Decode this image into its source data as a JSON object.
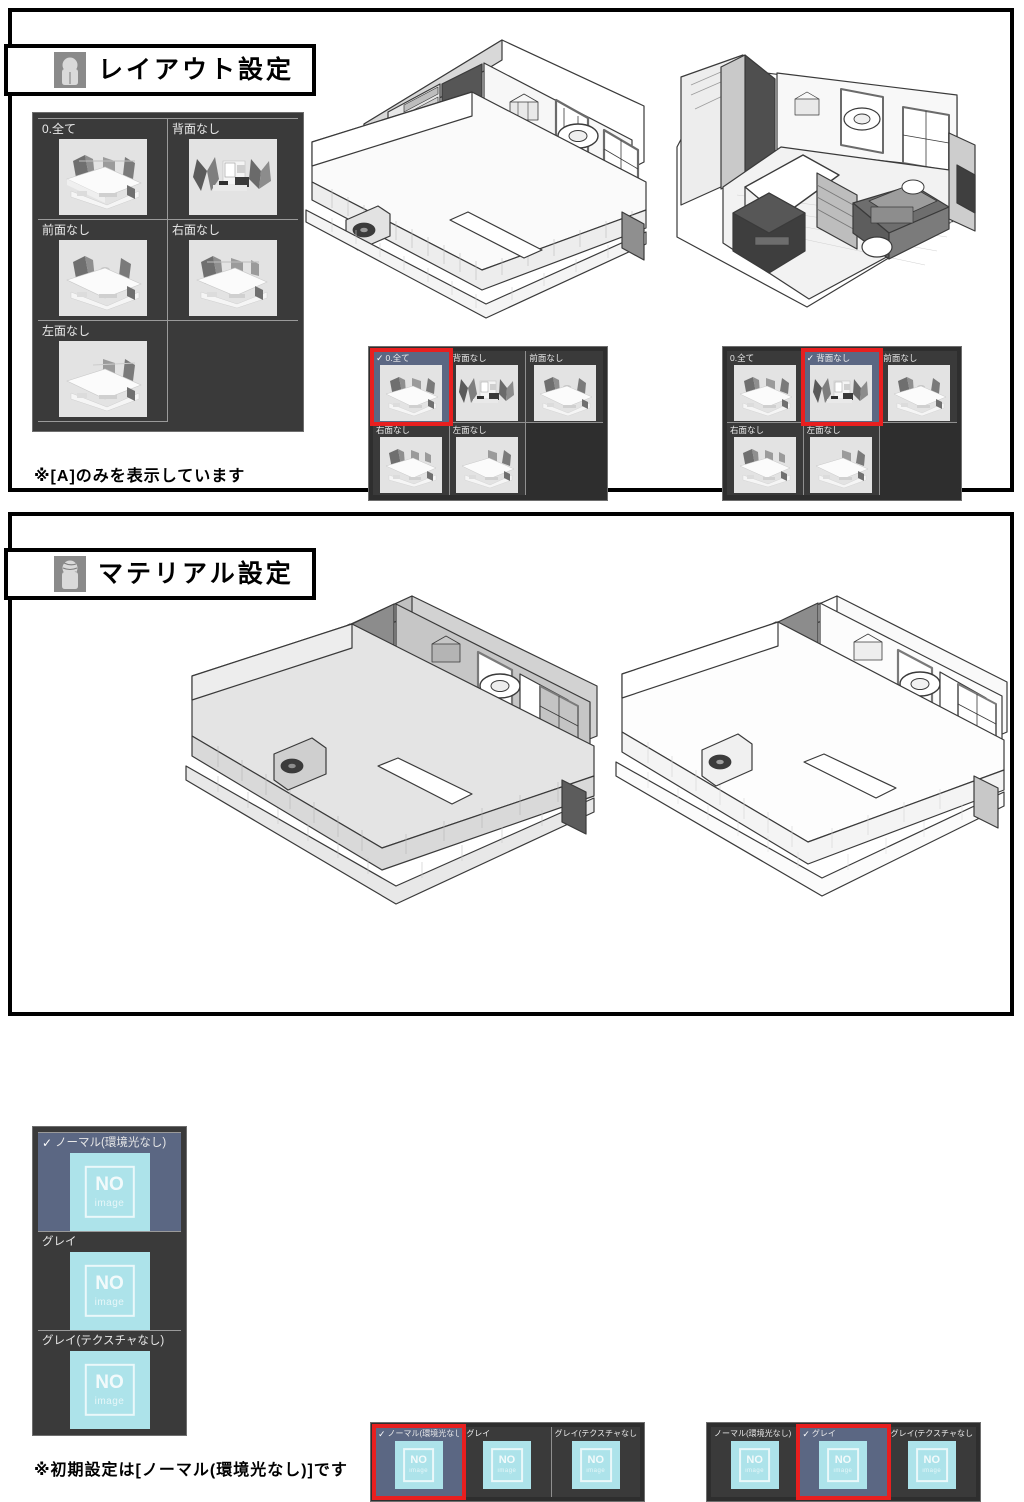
{
  "sections": [
    {
      "id": "layout",
      "icon": "layout-sphere-hand-icon",
      "title": "レイアウト設定",
      "note": "※[A]のみを表示しています",
      "panel_options": [
        {
          "label": "0.全て",
          "selected": false
        },
        {
          "label": "背面なし",
          "selected": false
        },
        {
          "label": "前面なし",
          "selected": false
        },
        {
          "label": "右面なし",
          "selected": false
        },
        {
          "label": "左面なし",
          "selected": false
        }
      ],
      "strips": [
        {
          "id": "layout-strip-left",
          "selected_index": 0,
          "options": [
            {
              "label": "0.全て"
            },
            {
              "label": "背面なし"
            },
            {
              "label": "前面なし"
            },
            {
              "label": "右面なし"
            },
            {
              "label": "左面なし"
            }
          ]
        },
        {
          "id": "layout-strip-right",
          "selected_index": 1,
          "options": [
            {
              "label": "0.全て"
            },
            {
              "label": "背面なし"
            },
            {
              "label": "前面なし"
            },
            {
              "label": "右面なし"
            },
            {
              "label": "左面なし"
            }
          ]
        }
      ]
    },
    {
      "id": "material",
      "icon": "material-textured-sphere-hand-icon",
      "title": "マテリアル設定",
      "note": "※初期設定は[ノーマル(環境光なし)]です",
      "panel_options": [
        {
          "label": "ノーマル(環境光なし)",
          "selected": true
        },
        {
          "label": "グレイ",
          "selected": false
        },
        {
          "label": "グレイ(テクスチャなし)",
          "selected": false
        }
      ],
      "strips": [
        {
          "id": "mat-strip-left",
          "selected_index": 0,
          "options": [
            {
              "label": "ノーマル(環境光なし)"
            },
            {
              "label": "グレイ"
            },
            {
              "label": "グレイ(テクスチャなし)"
            }
          ]
        },
        {
          "id": "mat-strip-right",
          "selected_index": 1,
          "options": [
            {
              "label": "ノーマル(環境光なし)"
            },
            {
              "label": "グレイ"
            },
            {
              "label": "グレイ(テクスチャなし)"
            }
          ]
        }
      ]
    }
  ],
  "placeholder": {
    "primary": "NO",
    "secondary": "image"
  },
  "checkmark": "✓",
  "colors": {
    "selected_row": "#5b6783",
    "highlight_border": "#e81f1f",
    "panel_bg": "#3a3a3a",
    "strip_bg": "#2e2e2e",
    "thumb_bg": "#e3e3e3",
    "noimage_bg": "#ade3ea",
    "icon_bg": "#8a8a8a"
  }
}
